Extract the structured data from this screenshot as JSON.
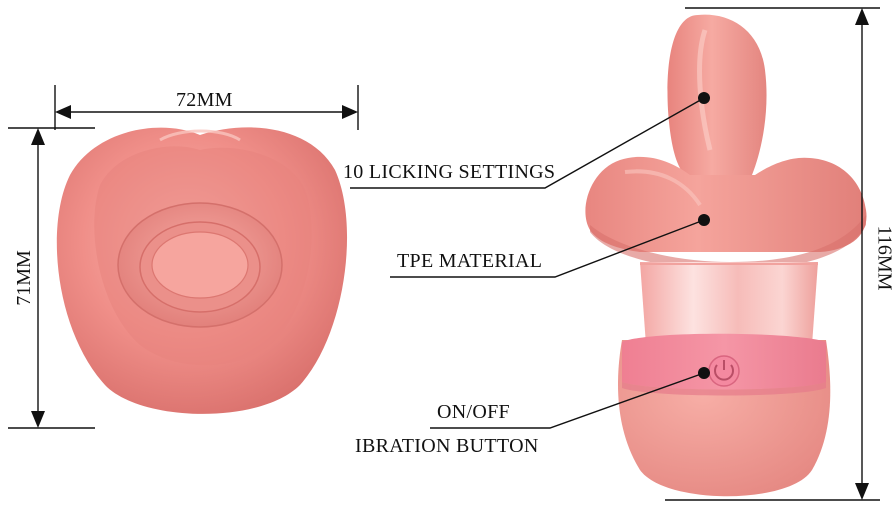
{
  "dimensions": {
    "width_label": "72MM",
    "height_label": "71MM",
    "length_label": "116MM"
  },
  "features": {
    "licking": "10 LICKING SETTINGS",
    "material": "TPE MATERIAL",
    "power_line1": "ON/OFF",
    "power_line2": "IBRATION BUTTON"
  },
  "colors": {
    "product_pink": "#f08a86",
    "highlight_pink": "#f8b4ae",
    "button_band": "#f0859a",
    "chrome_band": "#f5b8b6",
    "line": "#111111"
  },
  "icons": {
    "power": "power-icon"
  }
}
